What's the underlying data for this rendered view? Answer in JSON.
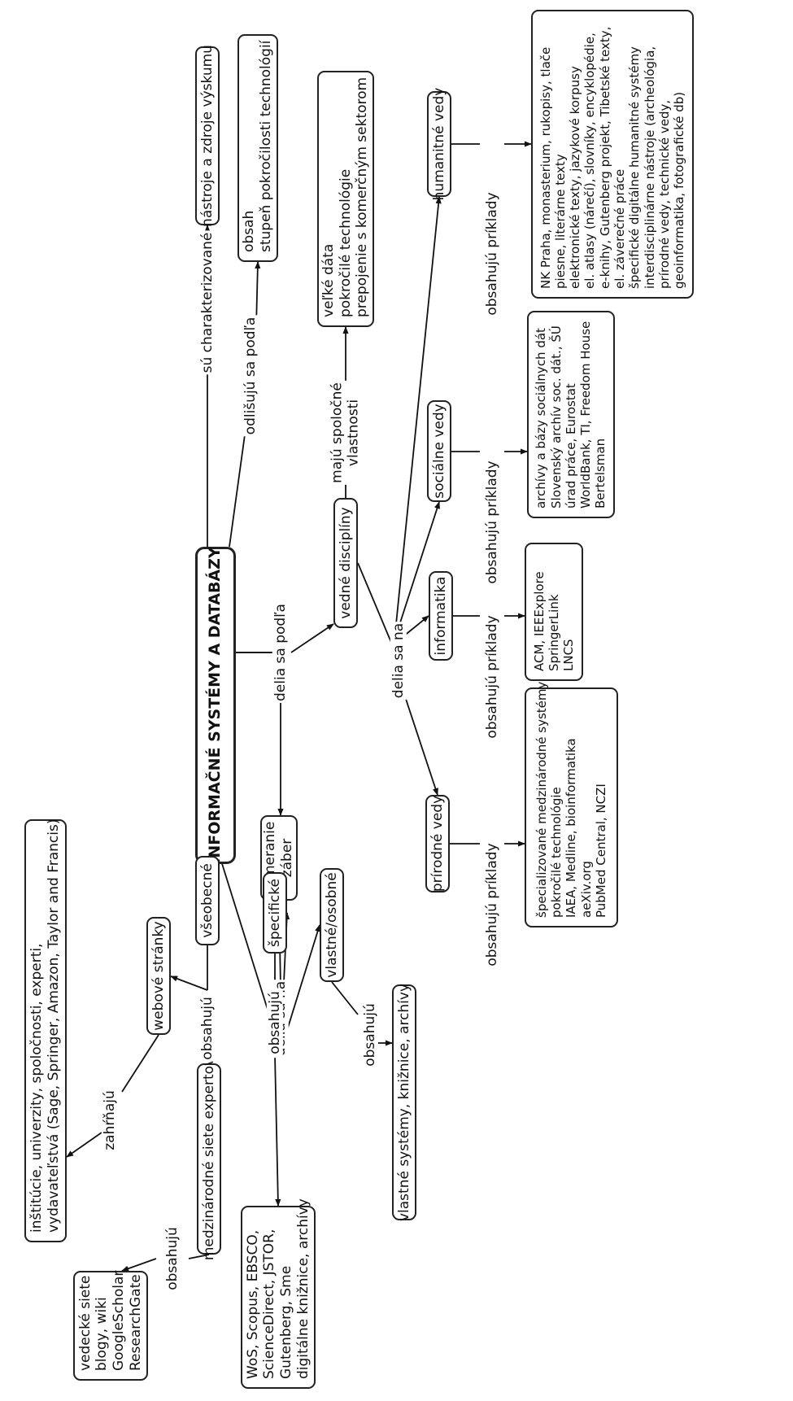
{
  "nodes": {
    "root": "INFORMAČNÉ SYSTÉMY A DATABÁZY",
    "tools": "nástroje a zdroje výskumu",
    "content_tech": [
      "obsah",
      "stupeň pokročilosti technológií"
    ],
    "disciplines": "vedné disciplíny",
    "properties": [
      "veľké dáta",
      "pokročilé technológie",
      "prepojenie s komerčným sektorom"
    ],
    "focus": [
      "zameranie",
      "záber"
    ],
    "humanities": "humanitné vedy",
    "social": "sociálne vedy",
    "informatics": "informatika",
    "natural": "prírodné vedy",
    "humanities_examples": [
      "NK Praha, monasterium, rukopisy, tlače",
      "piesne, literárne texty",
      "elektronické texty, jazykové korpusy",
      "el. atlasy (nárečí), slovníky, encyklopédie,",
      "e-knihy, Gutenberg projekt, Tibetské texty,",
      "el. záverečné práce",
      "špecifické digitálne humanitné systémy",
      "interdisciplinárne nástroje (archeológia,",
      "prírodné vedy, technické vedy,",
      "geoinformatika, fotografické db)"
    ],
    "social_examples": [
      "archívy a bázy sociálnych dát",
      "Slovenský archív soc. dát., ŠÚ",
      "úrad práce, Eurostat",
      "WorldBank, TI, Freedom House",
      "Bertelsman"
    ],
    "informatics_examples": [
      "ACM, IEEExplore",
      "SpringerLink",
      "LNCS"
    ],
    "natural_examples": [
      "špecializované medzinárodné systémy",
      "pokročilé technológie",
      "IAEA, Medline, bioinformatika",
      "aeXiv.org",
      "PubMed Central, NCZI"
    ],
    "general": "všeobecné",
    "specific": "špecifické",
    "own": "vlastné/osobné",
    "websites": "webové stránky",
    "expert_networks": "medzinárodné siete expertov",
    "own_systems": "vlastné systémy, knižnice, archívy",
    "institutions": [
      "inštitúcie, univerzity, spoločnosti, experti,",
      "vydavateľstvá (Sage, Springer, Amazon, Taylor and Francis)"
    ],
    "scientific_networks": [
      "vedecké siete",
      "blogy, wiki",
      "GoogleScholar",
      "ResearchGate"
    ],
    "databases": [
      "WoS, Scopus, EBSCO,",
      "ScienceDirect, JSTOR,",
      "Gutenberg, Sme",
      "digitálne knižnice, archívy"
    ]
  },
  "edge_labels": {
    "characterized": "sú charakterizované",
    "differ_by": "odlišujú sa podľa",
    "divided_by": "delia sa podľa",
    "share_properties": [
      "majú spoločné",
      "vlastnosti"
    ],
    "divided_into_disc": "delia sa na",
    "divided_into_focus": "delia sa na",
    "examples_humanities": "obsahujú príklady",
    "examples_social": "obsahujú príklady",
    "examples_informatics": "obsahujú príklady",
    "examples_natural": "obsahujú príklady",
    "contains_general": "obsahujú",
    "contains_specific": "obsahujú",
    "contains_own": "obsahujú",
    "include": "zahŕňajú",
    "contains_experts": "obsahujú"
  }
}
